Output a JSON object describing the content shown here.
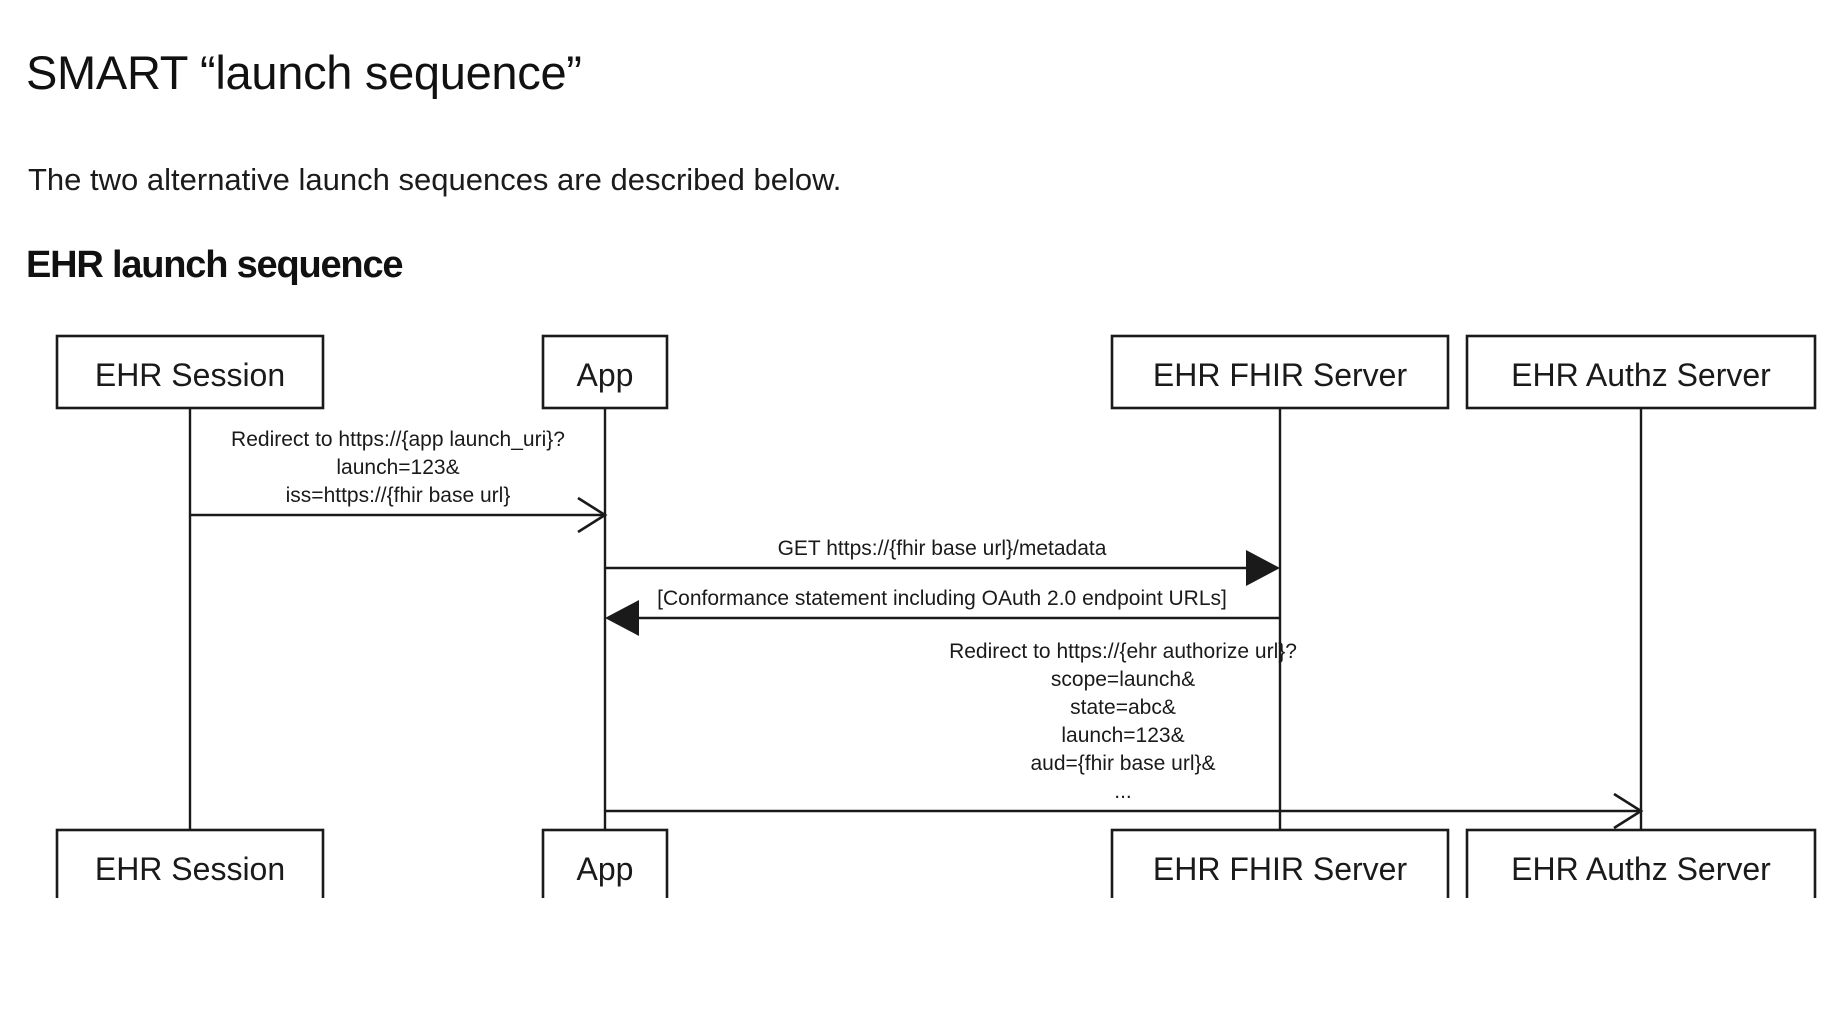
{
  "document": {
    "title": "SMART “launch sequence”",
    "intro_paragraph": "The two alternative launch sequences are described below.",
    "section_heading": "EHR launch sequence"
  },
  "colors": {
    "text": "#1a1a1a",
    "heading": "#111111",
    "stroke": "#1a1a1a",
    "background": "#ffffff"
  },
  "diagram": {
    "type": "uml-sequence-diagram",
    "participants": [
      {
        "id": "ehr_session",
        "label": "EHR Session"
      },
      {
        "id": "app",
        "label": "App"
      },
      {
        "id": "ehr_fhir_server",
        "label": "EHR FHIR Server"
      },
      {
        "id": "ehr_authz_server",
        "label": "EHR Authz Server"
      }
    ],
    "participants_bottom": [
      {
        "id": "ehr_session",
        "label": "EHR Session"
      },
      {
        "id": "app",
        "label": "App"
      },
      {
        "id": "ehr_fhir_server",
        "label": "EHR FHIR Server"
      },
      {
        "id": "ehr_authz_server",
        "label": "EHR Authz Server"
      }
    ],
    "messages": [
      {
        "id": "msg-1",
        "from": "ehr_session",
        "to": "app",
        "direction": "right",
        "arrowhead": "open",
        "lines": [
          "Redirect to https://{app launch_uri}?",
          "launch=123&",
          "iss=https://{fhir base url}"
        ]
      },
      {
        "id": "msg-2",
        "from": "app",
        "to": "ehr_fhir_server",
        "direction": "right",
        "arrowhead": "solid",
        "lines": [
          "GET https://{fhir base url}/metadata"
        ]
      },
      {
        "id": "msg-3",
        "from": "ehr_fhir_server",
        "to": "app",
        "direction": "left",
        "arrowhead": "solid",
        "lines": [
          "[Conformance statement including OAuth 2.0 endpoint URLs]"
        ]
      },
      {
        "id": "msg-4",
        "from": "app",
        "to": "ehr_authz_server",
        "direction": "right",
        "arrowhead": "open",
        "lines": [
          "Redirect to https://{ehr authorize url}?",
          "scope=launch&",
          "state=abc&",
          "launch=123&",
          "aud={fhir base url}&",
          "..."
        ]
      }
    ]
  }
}
